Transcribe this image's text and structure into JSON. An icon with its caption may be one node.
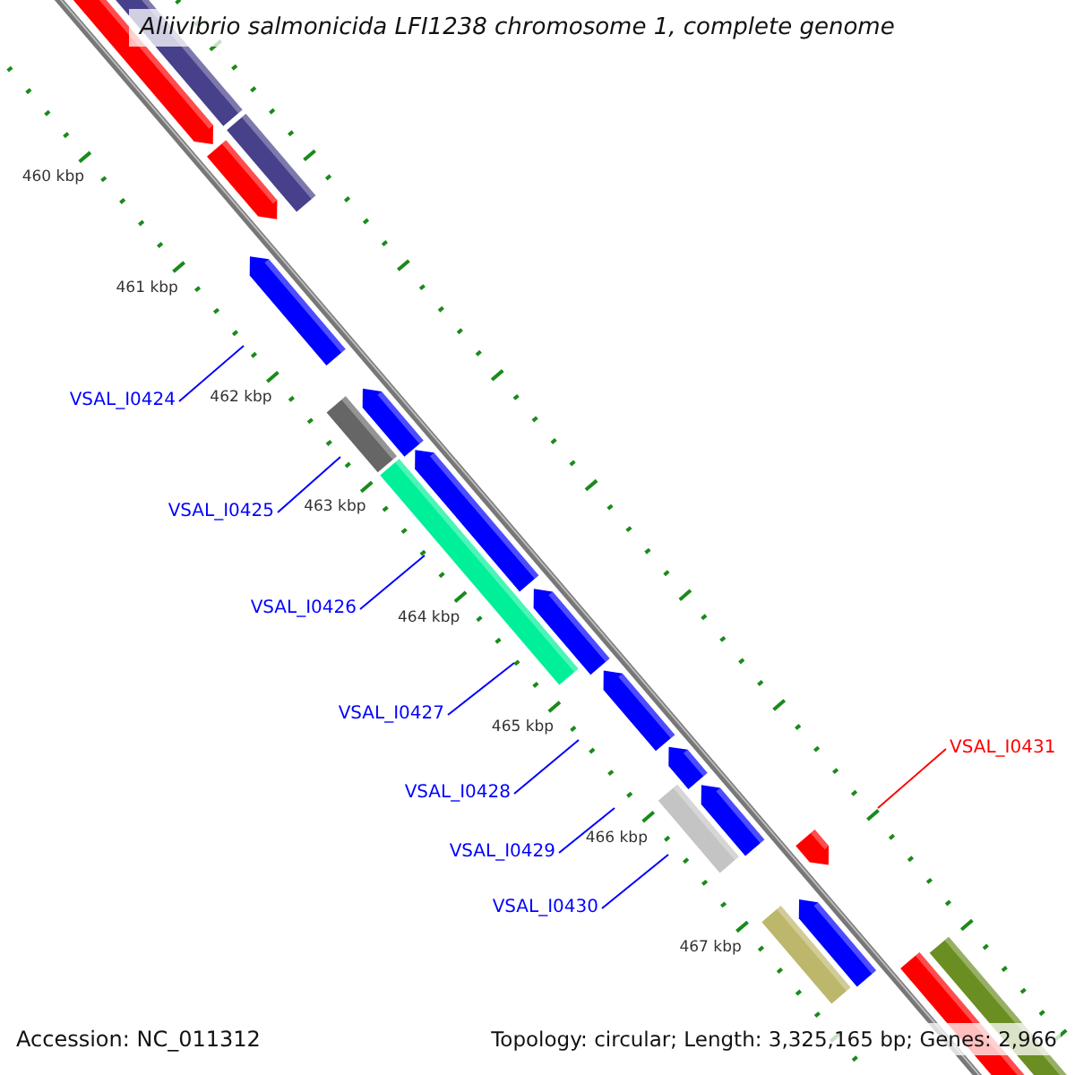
{
  "diagram": {
    "title": "Aliivibrio salmonicida LFI1238 chromosome 1, complete genome",
    "nodes": [
      {
        "text": [
          "VSAL_I0424"
        ]
      },
      {
        "text": [
          "VSAL_I0425"
        ]
      },
      {
        "text": [
          "VSAL_I0426"
        ]
      },
      {
        "text": [
          "VSAL_I0427"
        ]
      },
      {
        "text": [
          "VSAL_I0428"
        ]
      },
      {
        "text": [
          "VSAL_I0429"
        ]
      },
      {
        "text": [
          "VSAL_I0430"
        ]
      },
      {
        "text": [
          "VSAL_I0431"
        ]
      }
    ],
    "edges": [
      {
        "from": 0,
        "to": null,
        "arrow": "none"
      },
      {
        "from": 1,
        "to": null,
        "arrow": "none"
      },
      {
        "from": 2,
        "to": null,
        "arrow": "none"
      },
      {
        "from": 3,
        "to": null,
        "arrow": "none"
      },
      {
        "from": 4,
        "to": null,
        "arrow": "none"
      },
      {
        "from": 5,
        "to": null,
        "arrow": "none"
      },
      {
        "from": 6,
        "to": null,
        "arrow": "none"
      },
      {
        "from": 7,
        "to": null,
        "arrow": "none",
        "color": "#ff0000"
      }
    ],
    "labels": [
      "460 kbp",
      "461 kbp",
      "462 kbp",
      "463 kbp",
      "464 kbp",
      "465 kbp",
      "466 kbp",
      "467 kbp",
      "Accession: NC_011312",
      "Topology: circular; Length: 3,325,165 bp; Genes: 2,966"
    ]
  }
}
